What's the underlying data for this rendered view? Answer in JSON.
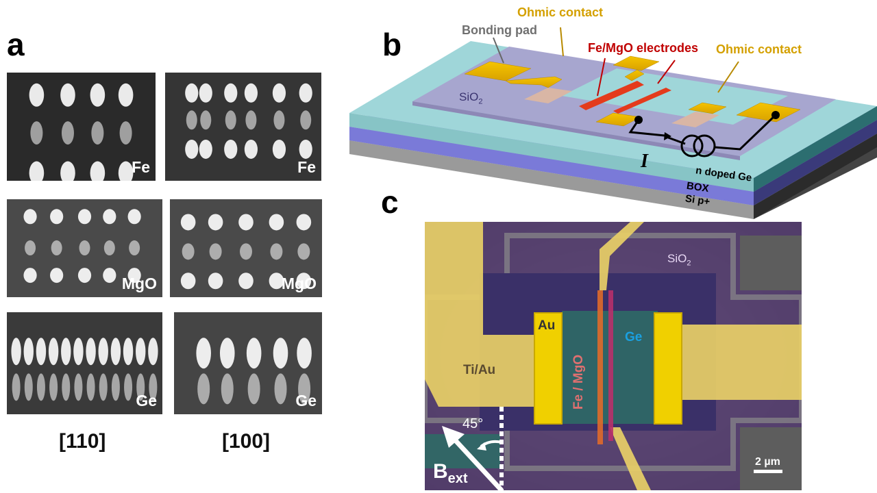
{
  "panel_a": {
    "letter": "a",
    "images": [
      {
        "label": "Fe"
      },
      {
        "label": "Fe"
      },
      {
        "label": "MgO"
      },
      {
        "label": "MgO"
      },
      {
        "label": "Ge"
      },
      {
        "label": "Ge"
      }
    ],
    "direction_left": "[110]",
    "direction_right": "[100]"
  },
  "panel_b": {
    "letter": "b",
    "bonding_pad": "Bonding pad",
    "ohmic_contact_left": "Ohmic contact",
    "ohmic_contact_right": "Ohmic contact",
    "fe_mgo_electrodes": "Fe/MgO electrodes",
    "sio2": "SiO",
    "sio2_sub": "2",
    "current_symbol": "I",
    "n_doped_ge": "n doped Ge",
    "box": "BOX",
    "si_p": "Si p+"
  },
  "panel_c": {
    "letter": "c",
    "sio2": "SiO",
    "sio2_sub": "2",
    "au": "Au",
    "ge": "Ge",
    "ti_au": "Ti/Au",
    "fe_mgo": "Fe / MgO",
    "angle": "45°",
    "b_main": "B",
    "b_sub": "ext",
    "scale_bar": "2 µm"
  },
  "colors": {
    "gold": "#e8b400",
    "fe_mgo_label": "#e07070",
    "ge_label": "#1aa0e0",
    "ohmic_label": "#d4a000",
    "electrodes_label": "#c00000",
    "bonding_label": "#707070"
  }
}
